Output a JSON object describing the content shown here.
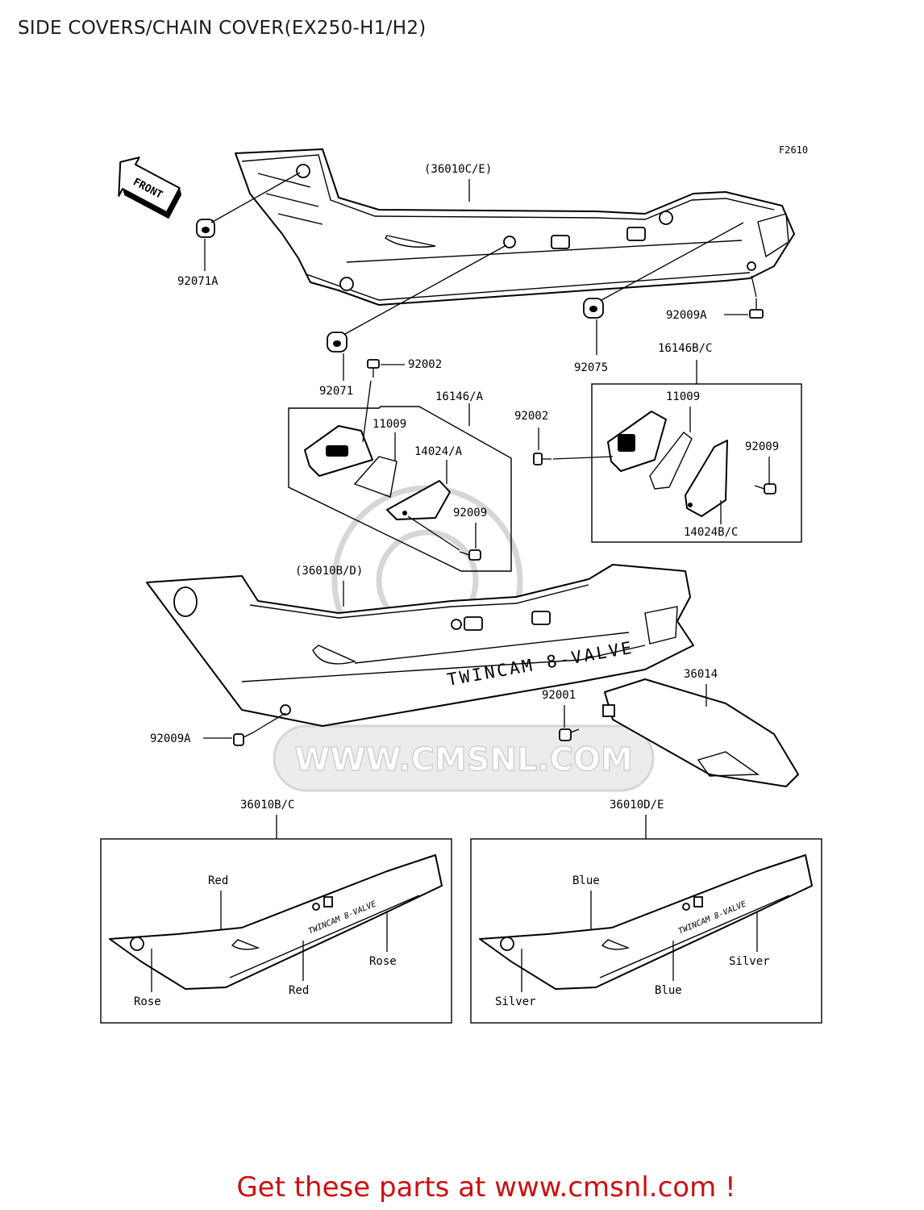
{
  "title": "SIDE COVERS/CHAIN COVER(EX250-H1/H2)",
  "figure_code": "F2610",
  "front_label": "FRONT",
  "watermark": "WWW.CMSNL.COM",
  "cta": "Get these parts at www.cmsnl.com !",
  "callouts": {
    "c36010CE": "(36010C/E)",
    "c92071A": "92071A",
    "c92009A_top": "92009A",
    "c92071": "92071",
    "c92075": "92075",
    "c92002_left": "92002",
    "c16146A": "16146/A",
    "c11009_left": "11009",
    "c14024A": "14024/A",
    "c92009_left": "92009",
    "c16146BC": "16146B/C",
    "c92002_right": "92002",
    "c11009_right": "11009",
    "c92009_right": "92009",
    "c14024BC": "14024B/C",
    "c36010BD": "(36010B/D)",
    "c36014": "36014",
    "c92001": "92001",
    "c92009A_bottom": "92009A",
    "c36010BC": "36010B/C",
    "c36010DE": "36010D/E"
  },
  "decal_text": "TWINCAM 8-VALVE",
  "decal_text_small_left": "TWINCAM 8-VALVE",
  "decal_text_small_right": "TWINCAM 8-VALVE",
  "variant_left": {
    "color_top": "Red",
    "color_right": "Rose",
    "color_mid": "Red",
    "color_left": "Rose"
  },
  "variant_right": {
    "color_top": "Blue",
    "color_right": "Silver",
    "color_mid": "Blue",
    "color_left": "Silver"
  }
}
